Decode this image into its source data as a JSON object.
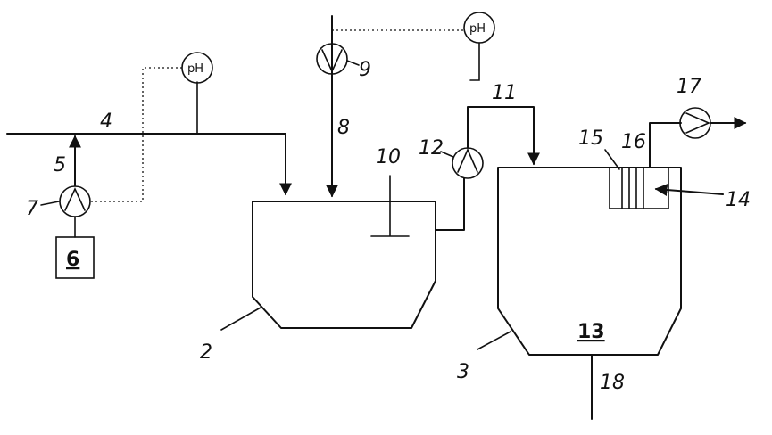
{
  "labels": {
    "l2": "2",
    "l3": "3",
    "l4": "4",
    "l5": "5",
    "l6": "6",
    "l7": "7",
    "l8": "8",
    "l9": "9",
    "l10": "10",
    "l11": "11",
    "l12": "12",
    "l13": "13",
    "l14": "14",
    "l15": "15",
    "l16": "16",
    "l17": "17",
    "l18": "18"
  },
  "sensors": {
    "ph1": "pH",
    "ph2": "pH"
  }
}
